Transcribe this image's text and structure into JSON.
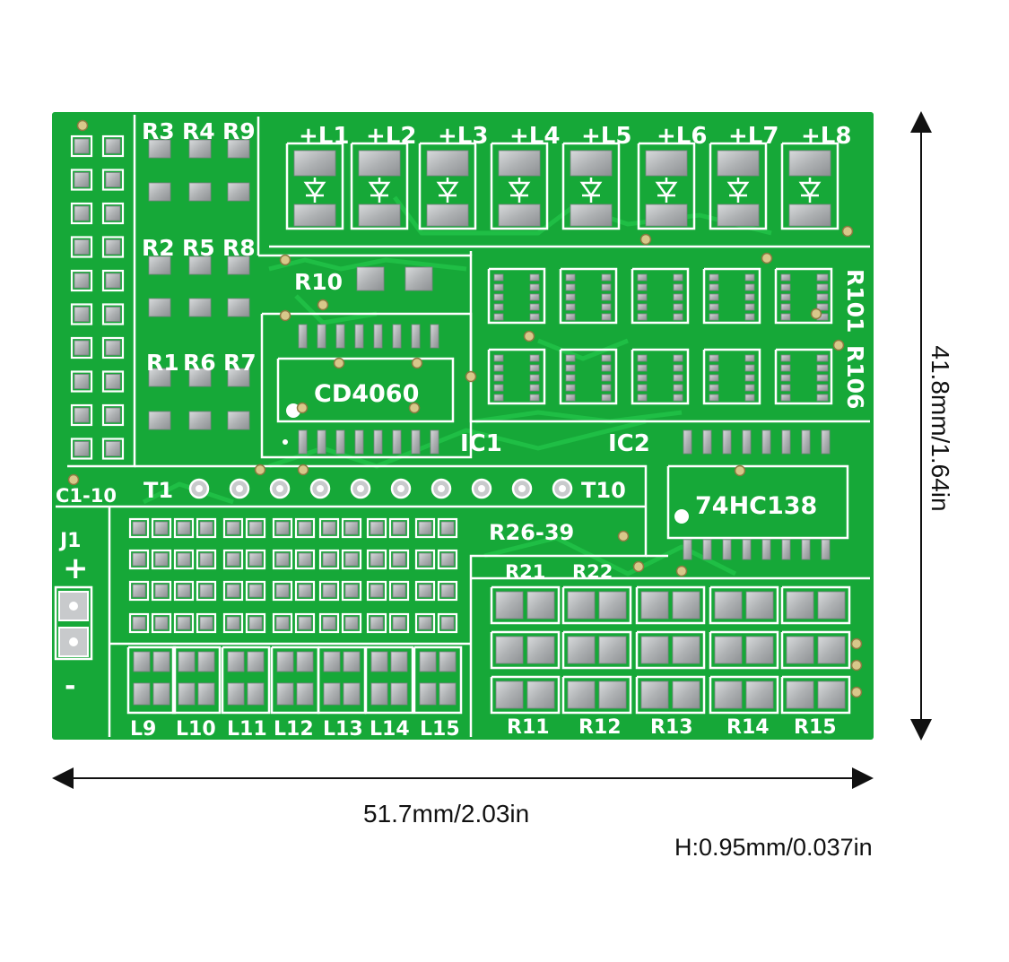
{
  "dimensions": {
    "width": "51.7mm/2.03in",
    "height": "41.8mm/1.64in",
    "thickness": "H:0.95mm/0.037in"
  },
  "board": {
    "color": "#16a838",
    "trace_color": "#1fbe45",
    "silk_color": "#ffffff",
    "pad_color": "#b9bcbe",
    "labels": {
      "top_resistors": [
        "R3",
        "R4",
        "R9"
      ],
      "mid_resistors": [
        "R2",
        "R5",
        "R8"
      ],
      "low_resistors": [
        "R1",
        "R6",
        "R7"
      ],
      "leds_top": [
        "+L1",
        "+L2",
        "+L3",
        "+L4",
        "+L5",
        "+L6",
        "+L7",
        "+L8"
      ],
      "r10": "R10",
      "ic1_part": "CD4060",
      "ic1": "IC1",
      "ic2": "IC2",
      "ic2_part": "74HC138",
      "r101": "R101",
      "r106": "R106",
      "c_range": "C1-10",
      "t1": "T1",
      "t10": "T10",
      "r26_39": "R26-39",
      "r21": "R21",
      "r22": "R22",
      "j1": "J1",
      "plus": "+",
      "minus": "-",
      "leds_bottom": [
        "L9",
        "L10",
        "L11",
        "L12",
        "L13",
        "L14",
        "L15"
      ],
      "r_bottom": [
        "R11",
        "R12",
        "R13",
        "R14",
        "R15"
      ]
    }
  }
}
